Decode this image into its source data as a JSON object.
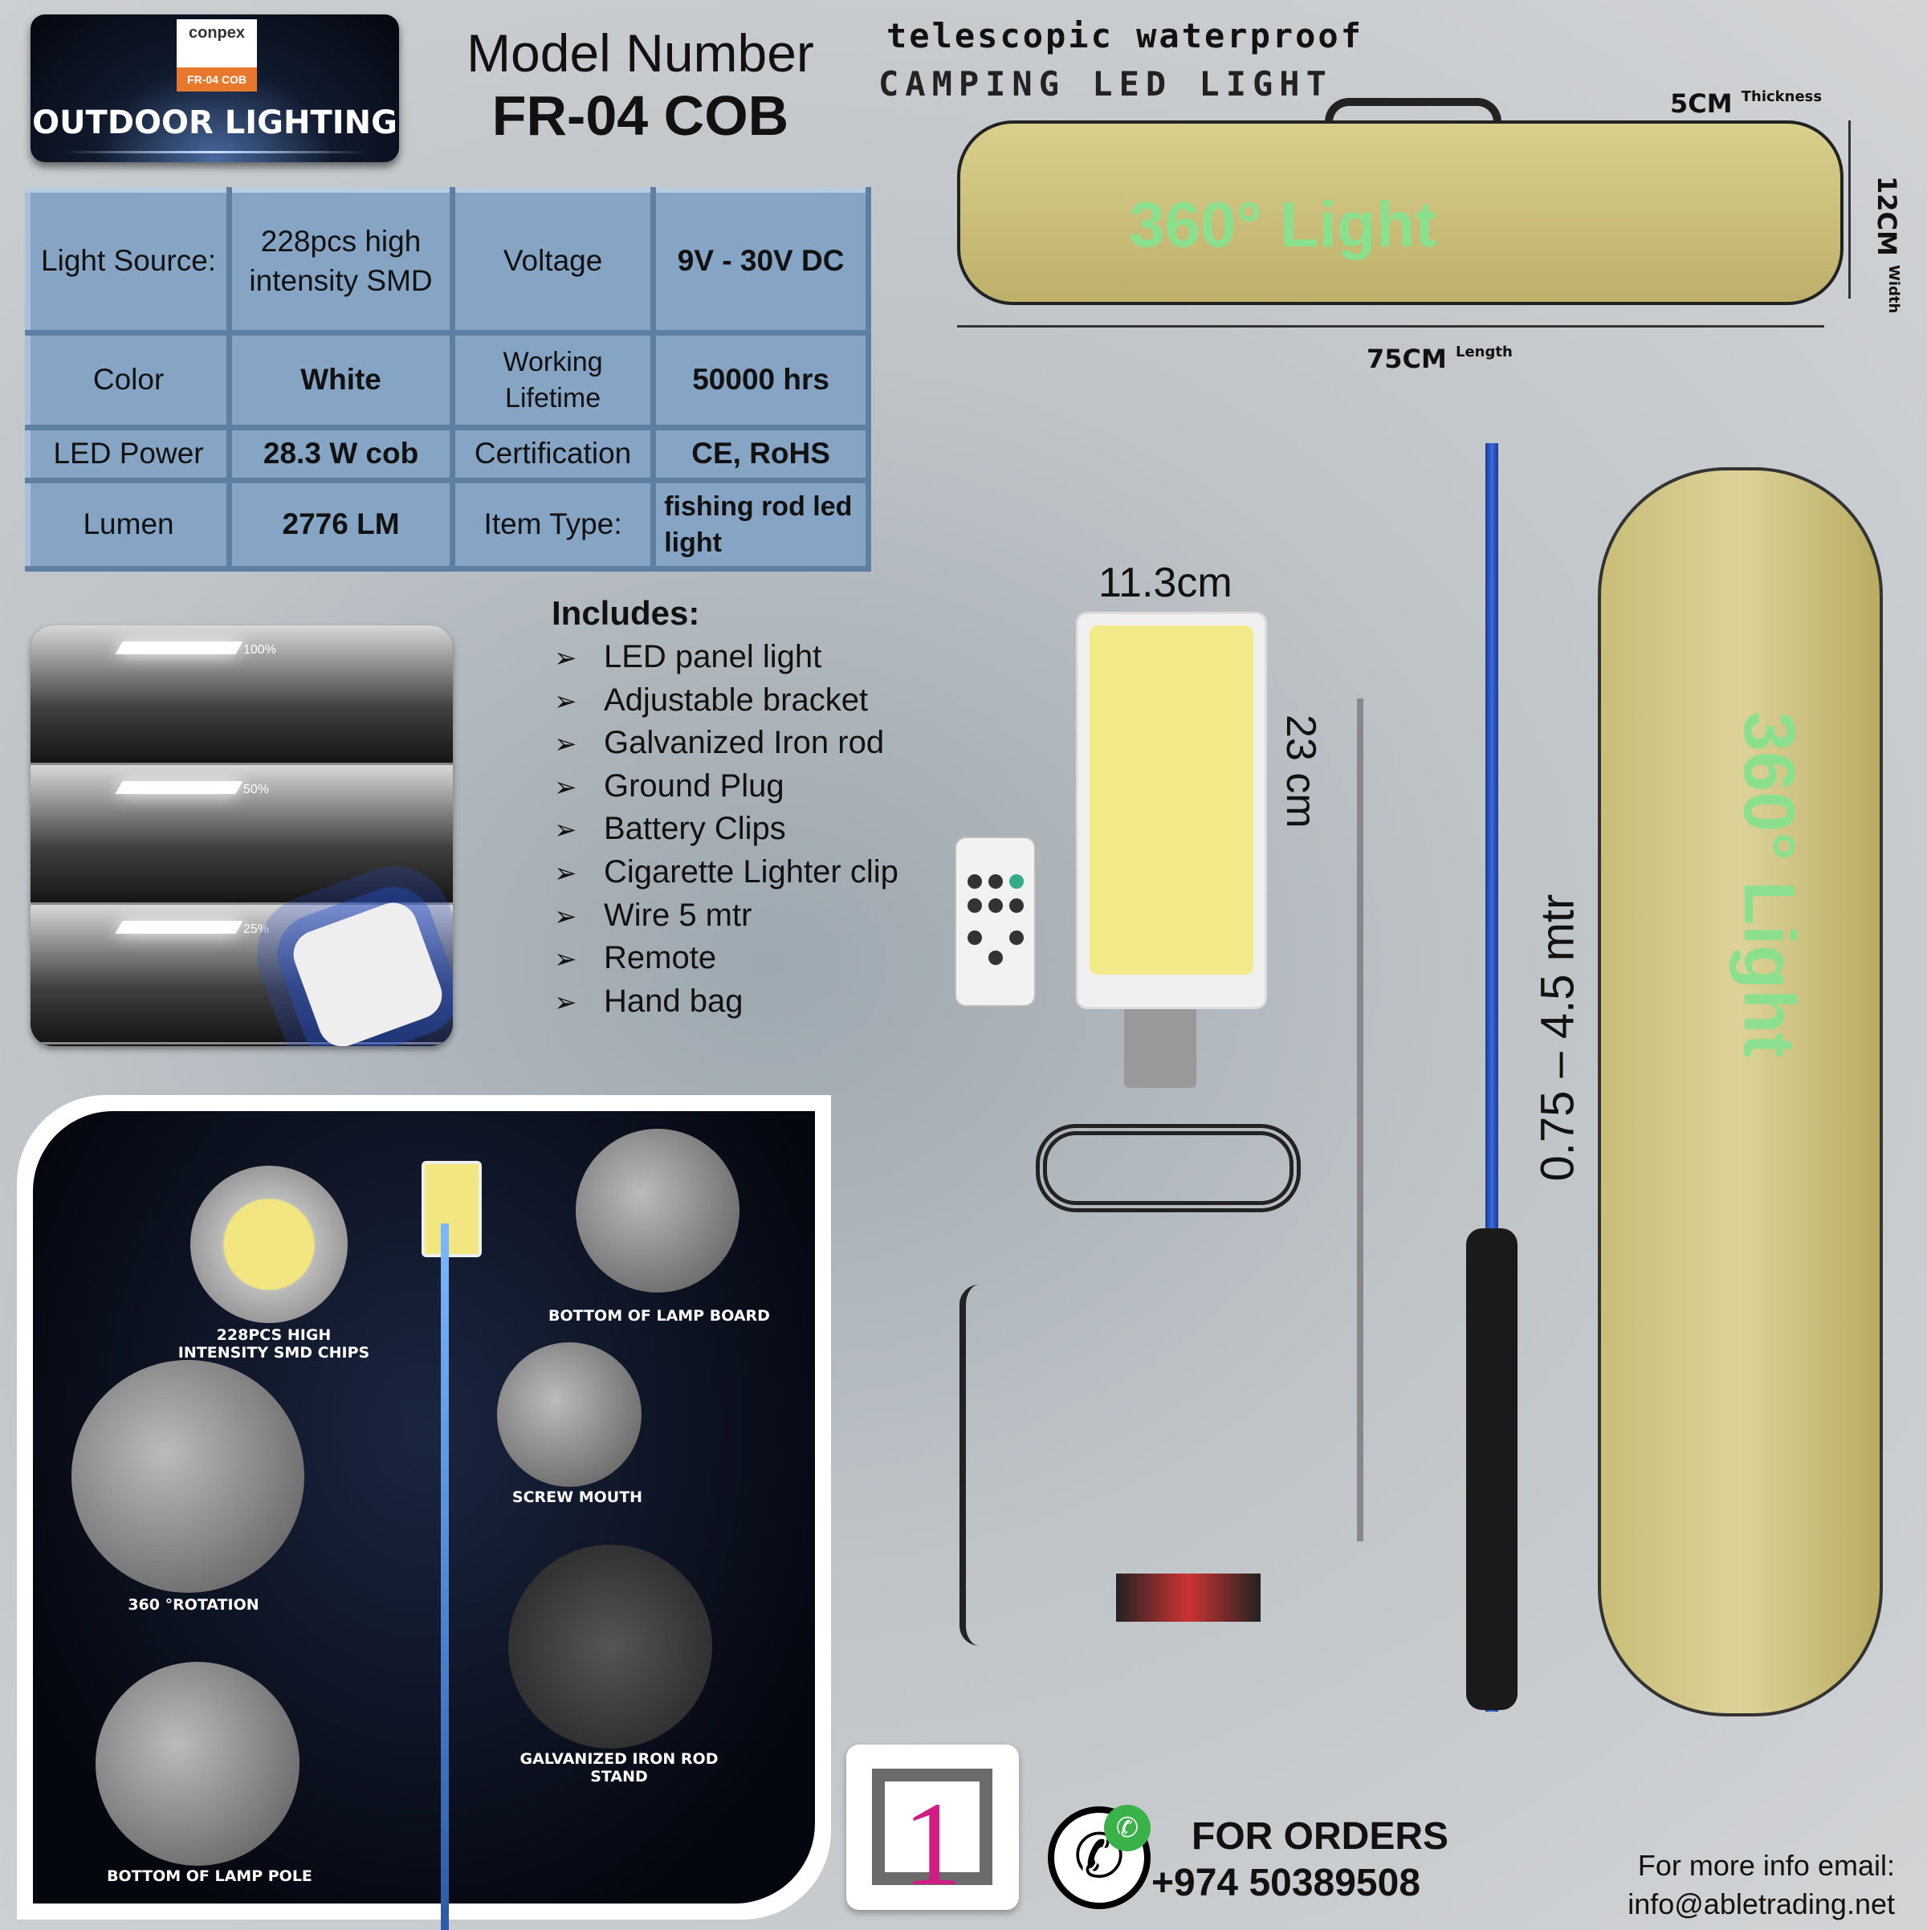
{
  "logo": {
    "brand": "conpex",
    "model_badge": "FR-04 COB",
    "title": "OUTDOOR LIGHTING"
  },
  "header": {
    "model_label": "Model Number",
    "model_code": "FR-04 COB",
    "tagline1": "telescopic waterproof",
    "tagline2": "CAMPING LED LIGHT"
  },
  "specs": {
    "light_source_label": "Light Source:",
    "light_source": "228pcs high intensity SMD",
    "voltage_label": "Voltage",
    "voltage": "9V - 30V DC",
    "color_label": "Color",
    "color": "White",
    "lifetime_label": "Working Lifetime",
    "lifetime": "50000 hrs",
    "power_label": "LED Power",
    "power": "28.3 W cob",
    "cert_label": "Certification",
    "cert": "CE, RoHS",
    "lumen_label": "Lumen",
    "lumen": "2776 LM",
    "type_label": "Item Type:",
    "type": "fishing rod led light"
  },
  "brightness": [
    "100%",
    "50%",
    "25%"
  ],
  "includes": {
    "title": "Includes:",
    "items": [
      "LED panel light",
      "Adjustable bracket",
      "Galvanized Iron rod",
      "Ground Plug",
      "Battery Clips",
      "Cigarette Lighter clip",
      "Wire 5 mtr",
      "Remote",
      "Hand bag"
    ]
  },
  "bag": {
    "print": "360° Light",
    "thickness": "5CM",
    "thickness_sub": "Thickness",
    "width": "12CM",
    "width_sub": "Width",
    "length": "75CM",
    "length_sub": "Length"
  },
  "panel": {
    "width": "11.3cm",
    "height": "23 cm"
  },
  "rod": {
    "length": "0.75 – 4.5 mtr"
  },
  "diagram": {
    "labels": [
      "228PCS HIGH INTENSITY SMD CHIPS",
      "BOTTOM OF LAMP BOARD",
      "SCREW MOUTH",
      "360 °ROTATION",
      "GALVANIZED IRON ROD STAND",
      "BOTTOM OF LAMP POLE"
    ]
  },
  "contact": {
    "orders_label": "FOR ORDERS",
    "phone": "+974 50389508",
    "email_label": "For more info email:",
    "email": "info@abletrading.net"
  },
  "colors": {
    "table_cell": "#86a4c4",
    "accent_pink": "#d01d84",
    "whatsapp": "#3bb14a",
    "bag": "#d9cf8c"
  }
}
